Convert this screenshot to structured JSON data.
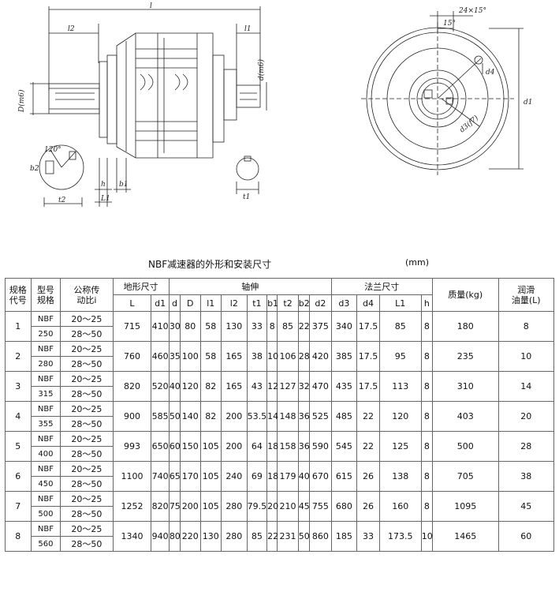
{
  "drawing": {
    "labels": {
      "l": "l",
      "l2": "l2",
      "l1": "l1",
      "D_m6": "D(m6)",
      "d_m6": "d(m6)",
      "deg120": "120°",
      "b2": "b2",
      "t2": "t2",
      "h": "h",
      "b1": "b1",
      "L1": "L1",
      "t1": "t1",
      "chamfer": "24×15°",
      "deg15": "15°",
      "d4": "d4",
      "d3_f7": "d3(f7)",
      "d1": "d1"
    }
  },
  "table": {
    "title": "NBF减速器的外形和安装尺寸",
    "unit": "(mm)",
    "headers": {
      "spec": [
        "规格",
        "代号"
      ],
      "model": [
        "型号",
        "规格"
      ],
      "ratio": [
        "公称传",
        "动比i"
      ],
      "floor": "地形尺寸",
      "shaft": "轴伸",
      "flange": "法兰尺寸",
      "mass": "质量(kg)",
      "oil": [
        "润滑",
        "油量(L)"
      ],
      "sub": [
        "L",
        "d1",
        "d",
        "D",
        "l1",
        "l2",
        "t1",
        "b1",
        "t2",
        "b2",
        "d2",
        "d3",
        "d4",
        "L1",
        "h"
      ]
    },
    "ratios": [
      "20～25",
      "28～50"
    ],
    "rows": [
      {
        "code": "1",
        "model": "NBF",
        "size": "250",
        "L": "715",
        "d1": "410",
        "d": "30",
        "D": "80",
        "l1": "58",
        "l2": "130",
        "t1": "33",
        "b1": "8",
        "t2": "85",
        "b2": "22",
        "d2": "375",
        "d3": "340",
        "d4": "17.5",
        "L1": "85",
        "h": "8",
        "mass": "180",
        "oil": "8"
      },
      {
        "code": "2",
        "model": "NBF",
        "size": "280",
        "L": "760",
        "d1": "460",
        "d": "35",
        "D": "100",
        "l1": "58",
        "l2": "165",
        "t1": "38",
        "b1": "10",
        "t2": "106",
        "b2": "28",
        "d2": "420",
        "d3": "385",
        "d4": "17.5",
        "L1": "95",
        "h": "8",
        "mass": "235",
        "oil": "10"
      },
      {
        "code": "3",
        "model": "NBF",
        "size": "315",
        "L": "820",
        "d1": "520",
        "d": "40",
        "D": "120",
        "l1": "82",
        "l2": "165",
        "t1": "43",
        "b1": "12",
        "t2": "127",
        "b2": "32",
        "d2": "470",
        "d3": "435",
        "d4": "17.5",
        "L1": "113",
        "h": "8",
        "mass": "310",
        "oil": "14"
      },
      {
        "code": "4",
        "model": "NBF",
        "size": "355",
        "L": "900",
        "d1": "585",
        "d": "50",
        "D": "140",
        "l1": "82",
        "l2": "200",
        "t1": "53.5",
        "b1": "14",
        "t2": "148",
        "b2": "36",
        "d2": "525",
        "d3": "485",
        "d4": "22",
        "L1": "120",
        "h": "8",
        "mass": "403",
        "oil": "20"
      },
      {
        "code": "5",
        "model": "NBF",
        "size": "400",
        "L": "993",
        "d1": "650",
        "d": "60",
        "D": "150",
        "l1": "105",
        "l2": "200",
        "t1": "64",
        "b1": "18",
        "t2": "158",
        "b2": "36",
        "d2": "590",
        "d3": "545",
        "d4": "22",
        "L1": "125",
        "h": "8",
        "mass": "500",
        "oil": "28"
      },
      {
        "code": "6",
        "model": "NBF",
        "size": "450",
        "L": "1100",
        "d1": "740",
        "d": "65",
        "D": "170",
        "l1": "105",
        "l2": "240",
        "t1": "69",
        "b1": "18",
        "t2": "179",
        "b2": "40",
        "d2": "670",
        "d3": "615",
        "d4": "26",
        "L1": "138",
        "h": "8",
        "mass": "705",
        "oil": "38"
      },
      {
        "code": "7",
        "model": "NBF",
        "size": "500",
        "L": "1252",
        "d1": "820",
        "d": "75",
        "D": "200",
        "l1": "105",
        "l2": "280",
        "t1": "79.5",
        "b1": "20",
        "t2": "210",
        "b2": "45",
        "d2": "755",
        "d3": "680",
        "d4": "26",
        "L1": "160",
        "h": "8",
        "mass": "1095",
        "oil": "45"
      },
      {
        "code": "8",
        "model": "NBF",
        "size": "560",
        "L": "1340",
        "d1": "940",
        "d": "80",
        "D": "220",
        "l1": "130",
        "l2": "280",
        "t1": "85",
        "b1": "22",
        "t2": "231",
        "b2": "50",
        "d2": "860",
        "d3": "185",
        "d4": "33",
        "L1": "173.5",
        "h": "10",
        "mass": "1465",
        "oil": "60"
      }
    ]
  }
}
